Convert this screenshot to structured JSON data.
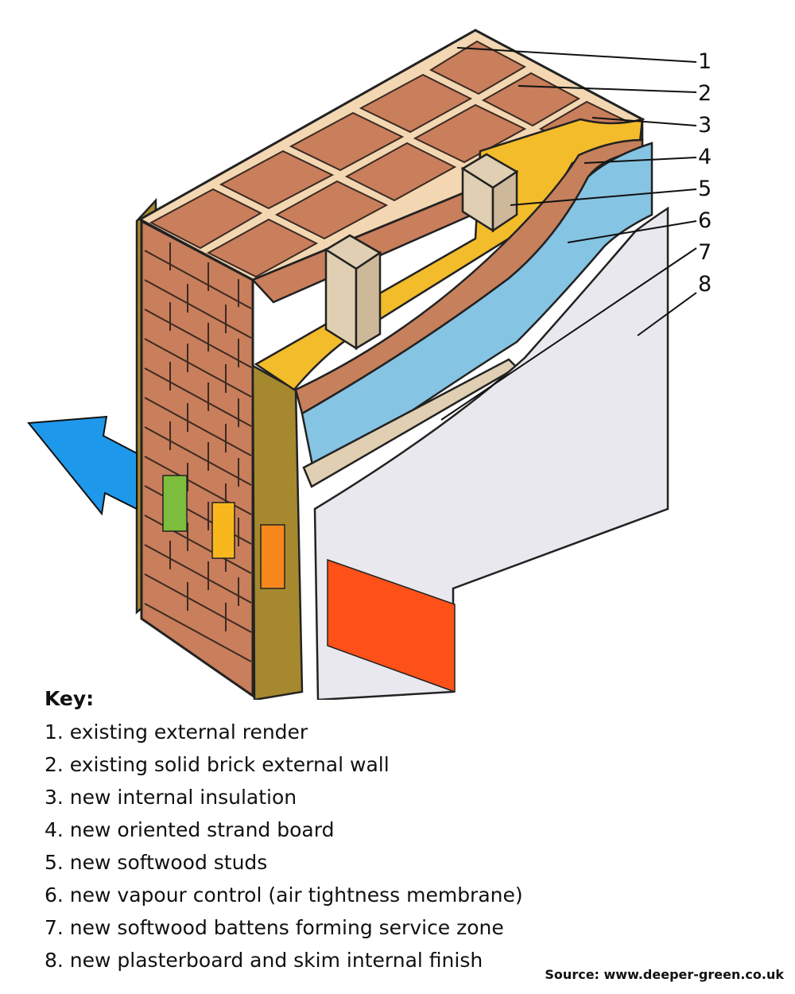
{
  "colors": {
    "brick": "#c97e5c",
    "mortar": "#f3d7b2",
    "render": "#a6892f",
    "insulation": "#f3bc2b",
    "osb": "#c6805c",
    "stud": "#e0cfb2",
    "vapour_membrane": "#86c4e4",
    "plasterboard": "#e8e8ee",
    "arrow_blue": "#1e98ea",
    "swatch_green": "#7dbd3e",
    "swatch_yellow": "#f8b81d",
    "swatch_orange": "#f6871c",
    "swatch_red": "#fe5119"
  },
  "callouts": [
    "1",
    "2",
    "3",
    "4",
    "5",
    "6",
    "7",
    "8"
  ],
  "key": {
    "title": "Key:",
    "items": [
      "1.  existing external render",
      "2.  existing solid brick external wall",
      "3.  new internal insulation",
      "4.  new oriented strand board",
      "5.  new softwood studs",
      "6.  new vapour control (air tightness membrane)",
      "7.  new softwood battens forming service zone",
      "8.  new plasterboard and skim internal finish"
    ]
  },
  "source": "Source: www.deeper-green.co.uk",
  "icons": {
    "heat_arrow": "arrow-left-icon"
  }
}
